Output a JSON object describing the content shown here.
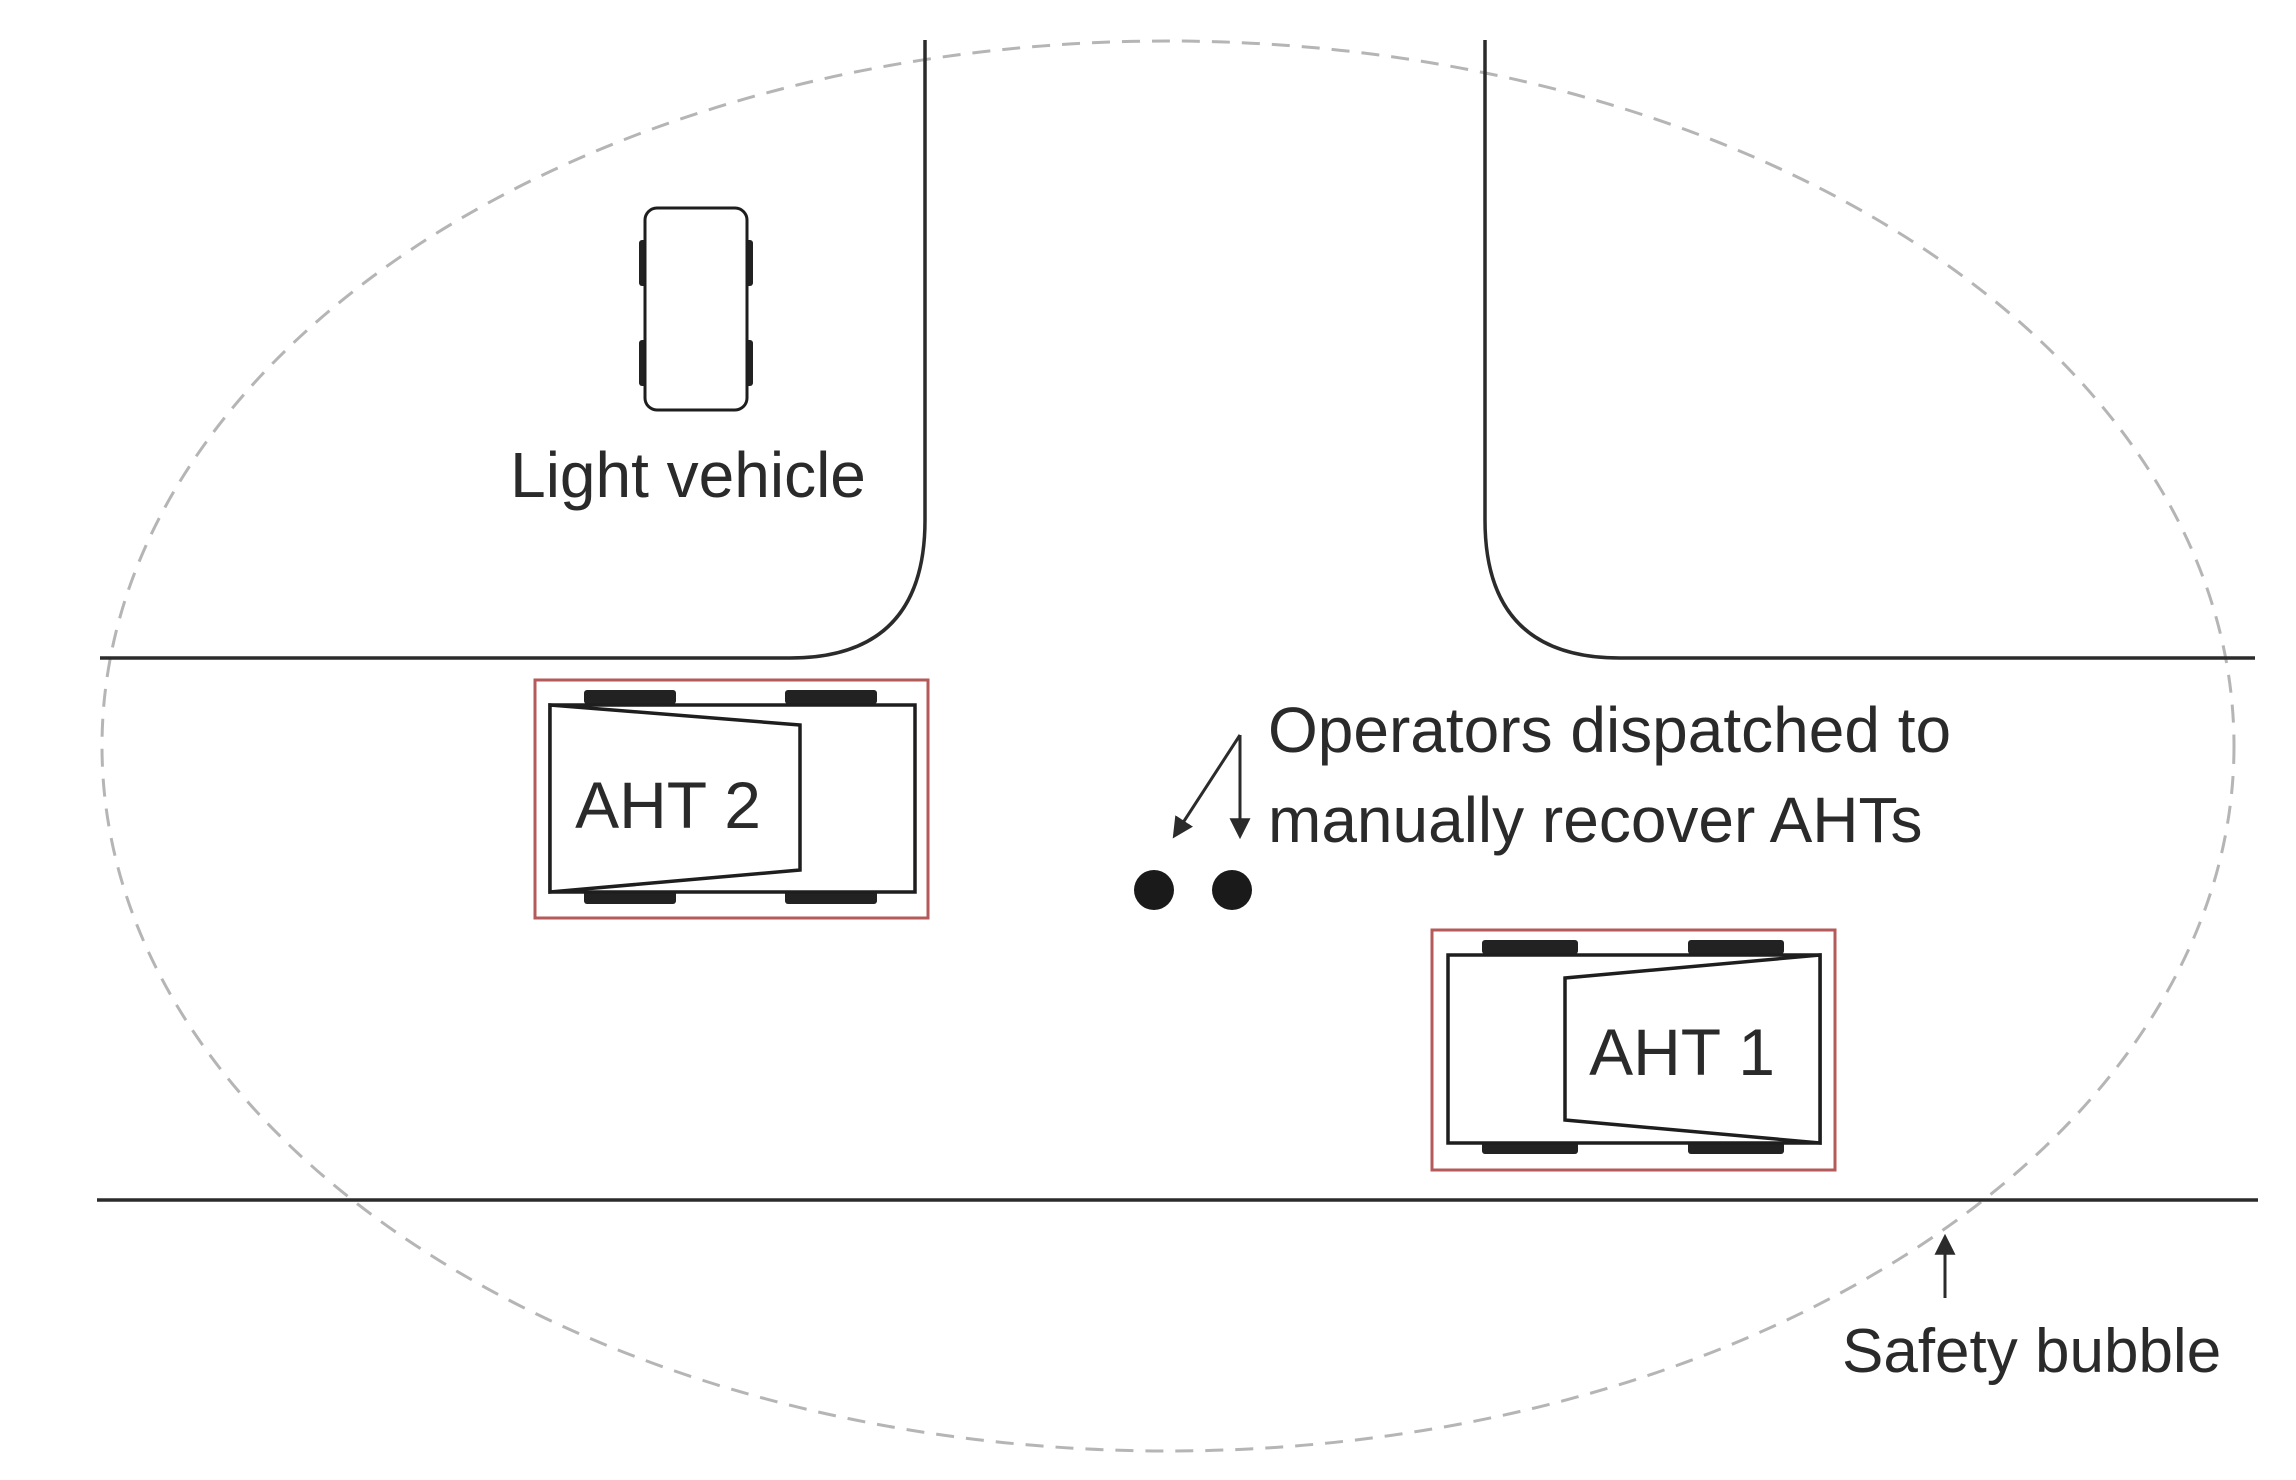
{
  "diagram": {
    "labels": {
      "light_vehicle": "Light vehicle",
      "aht_2": "AHT 2",
      "aht_1": "AHT 1",
      "operators_line1": "Operators dispatched to",
      "operators_line2": "manually recover AHTs",
      "safety_bubble": "Safety bubble"
    },
    "colors": {
      "road_edge": "#2b2b2b",
      "safety_bubble_outline": "#b5b5b5",
      "aht_highlight_box": "#b45a5a",
      "vehicle_outline": "#1e1e1e",
      "tire": "#222222",
      "operator": "#1a1a1a",
      "text": "#2a2a2a"
    },
    "icons": {
      "operator": "person-dot",
      "pointer": "arrow"
    }
  }
}
